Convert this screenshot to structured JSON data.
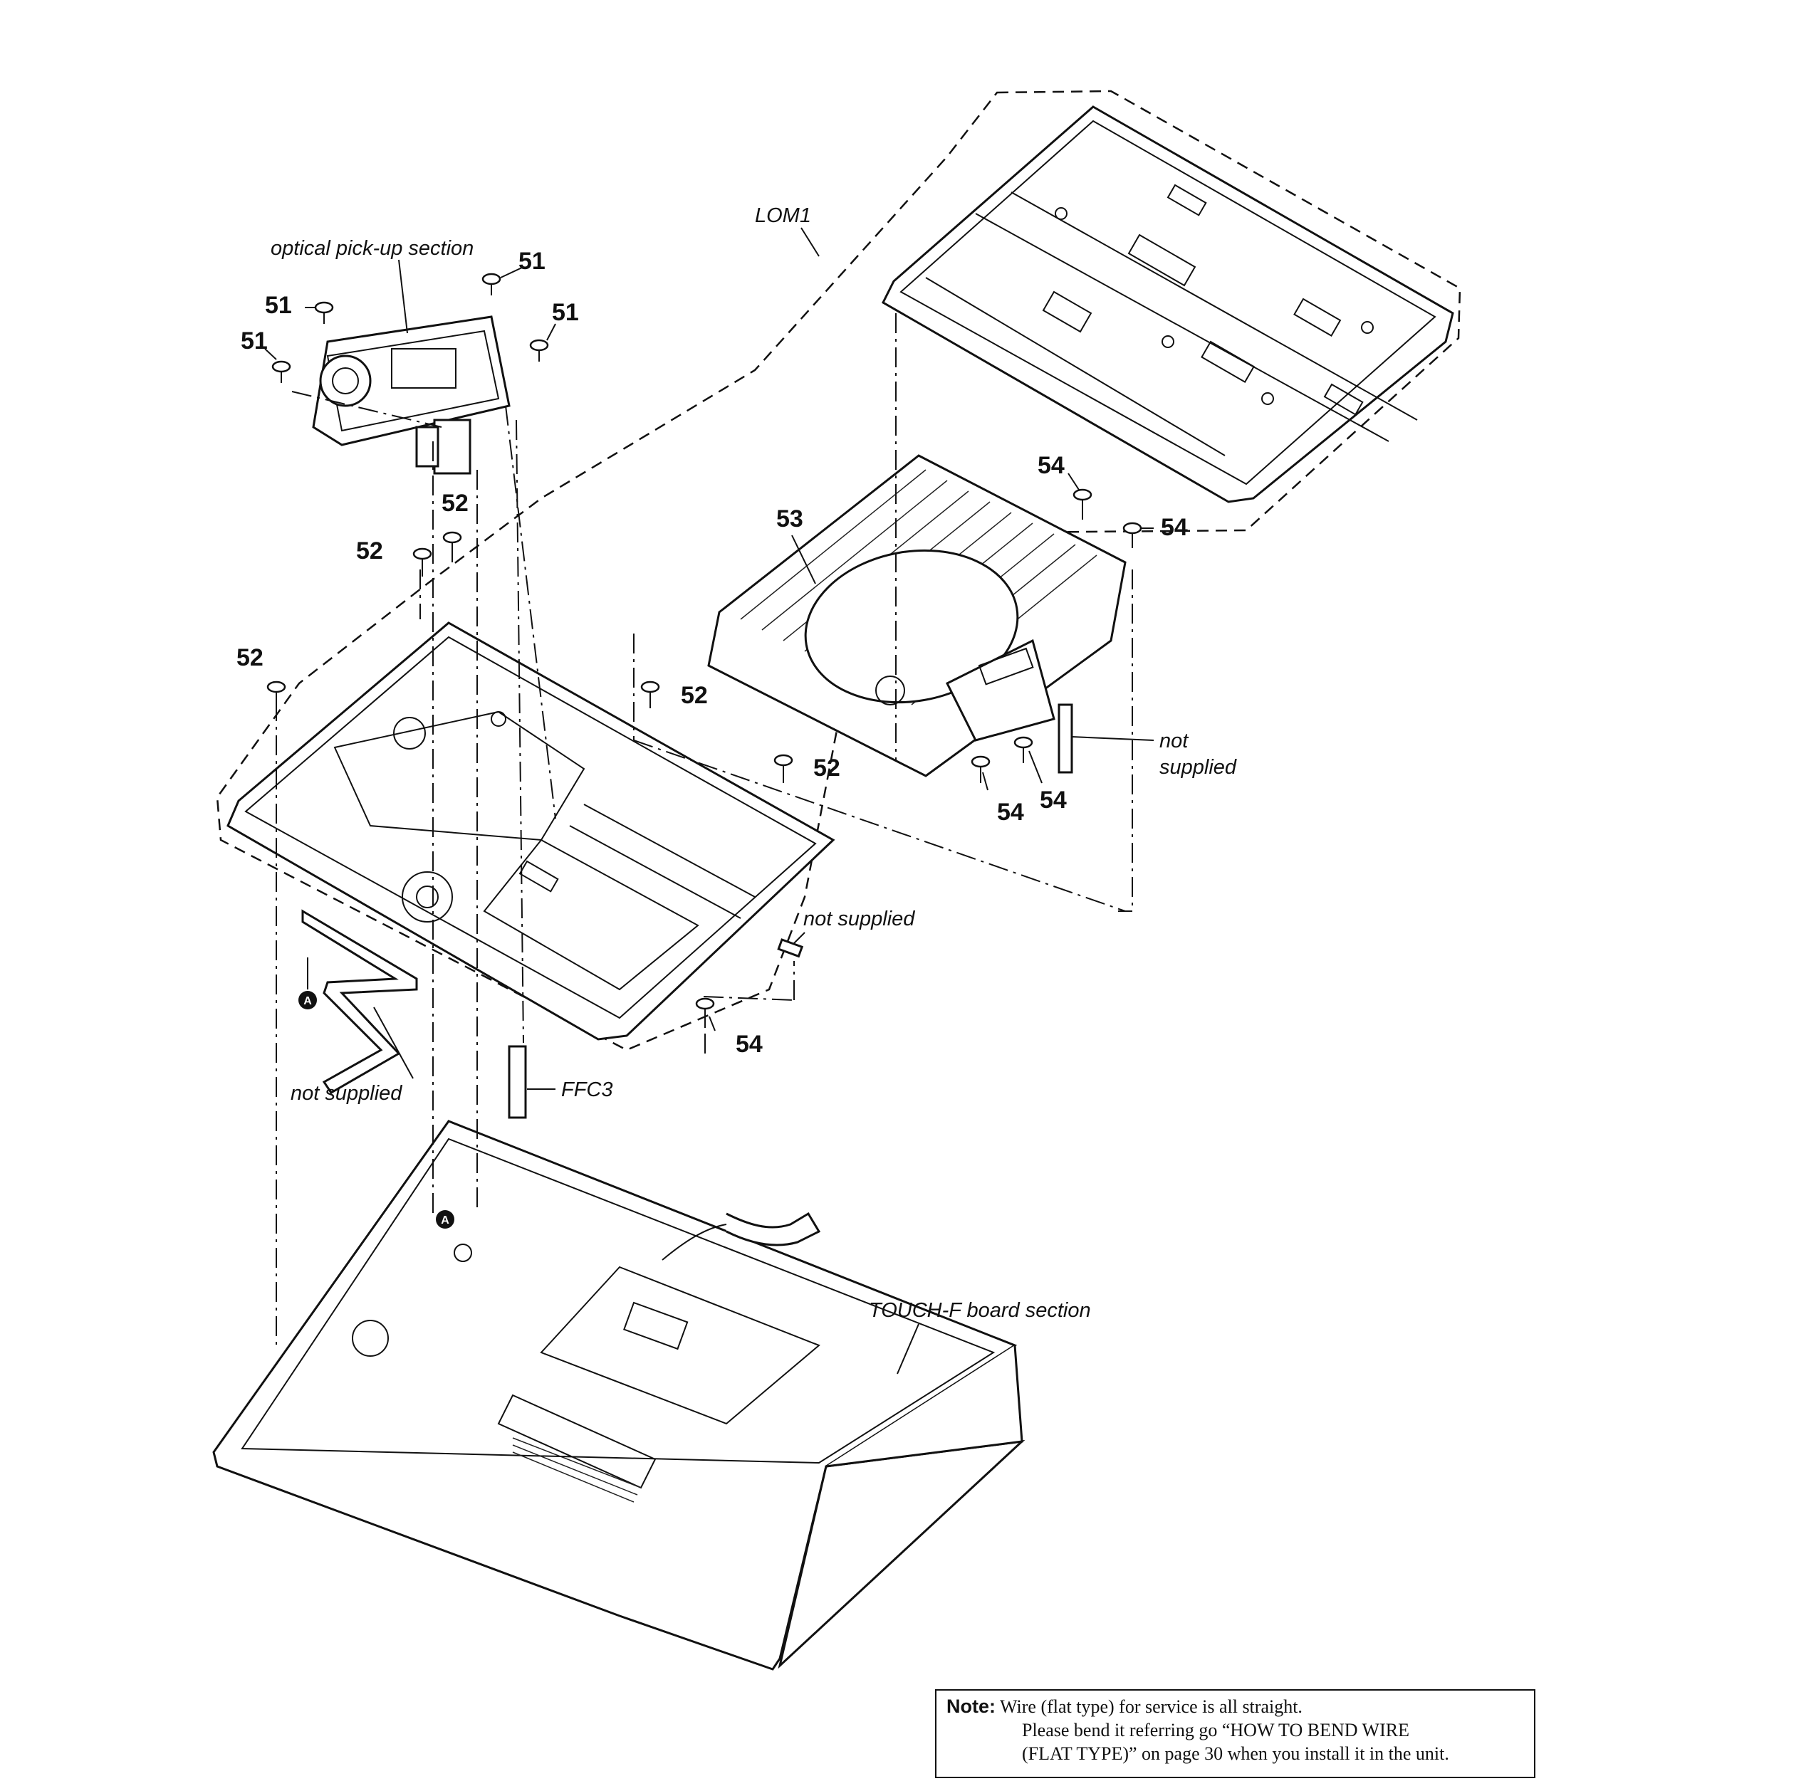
{
  "labels": {
    "optical_pickup": "optical pick-up section",
    "lom1": "LOM1",
    "touch_f": "TOUCH-F board section",
    "ffc3": "FFC3",
    "not_supplied_center": "not supplied",
    "not_supplied_left": "not supplied",
    "not_supplied_right_line1": "not",
    "not_supplied_right_line2": "supplied",
    "connector_a": "A"
  },
  "part_numbers": {
    "p51": "51",
    "p52": "52",
    "p53": "53",
    "p54": "54"
  },
  "note": {
    "heading": "Note:",
    "line1": "Wire (flat type) for service is all straight.",
    "line2": "Please bend it referring go “HOW TO BEND WIRE",
    "line3": "(FLAT TYPE)” on page 30 when you install it in the unit."
  }
}
